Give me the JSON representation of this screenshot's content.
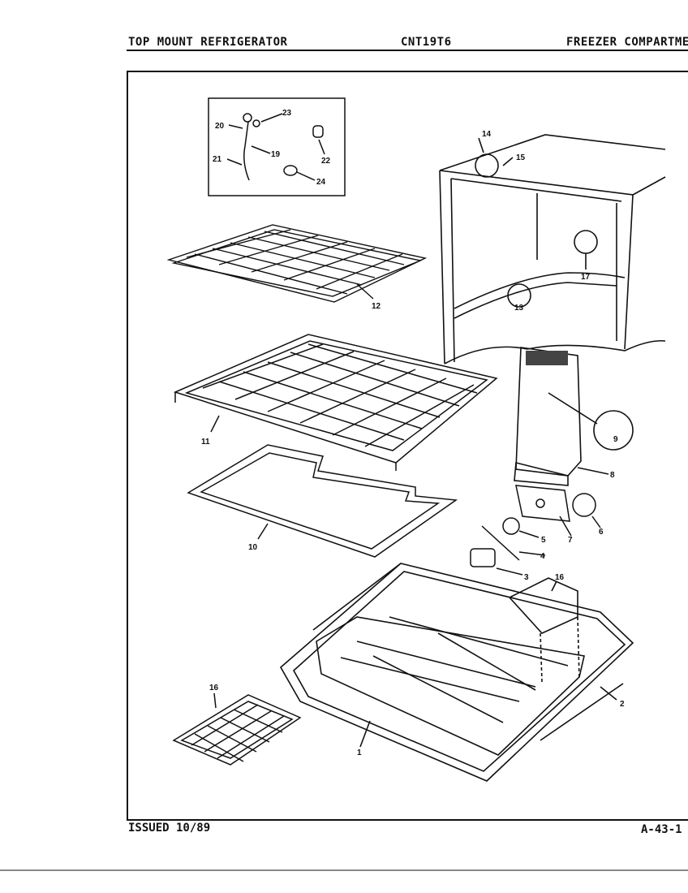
{
  "header": {
    "left": "TOP MOUNT REFRIGERATOR",
    "center": "CNT19T6",
    "right": "FREEZER COMPARTME"
  },
  "footer": {
    "issued": "ISSUED 10/89",
    "page": "A-43-1"
  },
  "callouts": {
    "c1": "1",
    "c2": "2",
    "c3": "3",
    "c4": "4",
    "c5": "5",
    "c6": "6",
    "c7": "7",
    "c8": "8",
    "c9": "9",
    "c10": "10",
    "c11": "11",
    "c12": "12",
    "c13": "13",
    "c14": "14",
    "c15": "15",
    "c16a": "16",
    "c16b": "16",
    "c17": "17",
    "c19": "19",
    "c20": "20",
    "c21": "21",
    "c22": "22",
    "c23": "23",
    "c24": "24"
  }
}
